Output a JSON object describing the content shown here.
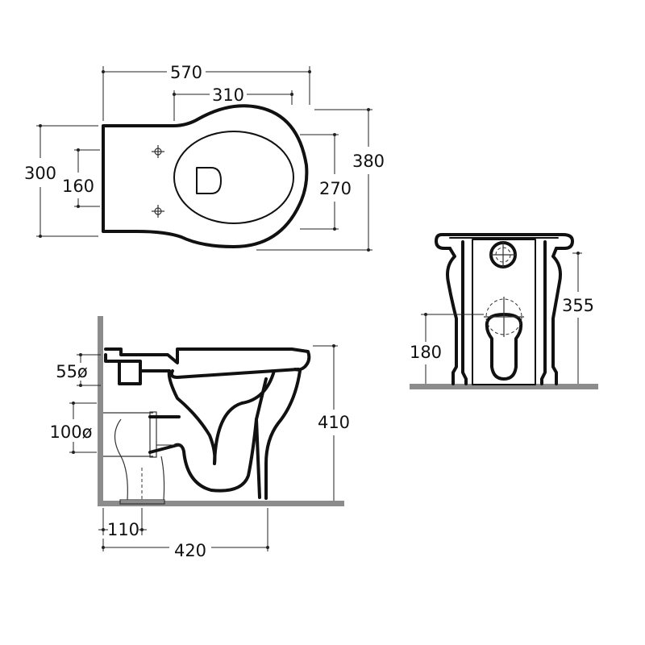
{
  "dimensions": {
    "top_width": "570",
    "top_bowl_width": "310",
    "top_depth_rear": "300",
    "top_fixing_spacing": "160",
    "top_bowl_inner": "270",
    "top_overall": "380",
    "side_outlet_height": "55ø",
    "side_inlet_diameter": "100ø",
    "side_height": "410",
    "side_outlet_offset": "110",
    "side_length": "420",
    "front_outlet_height": "180",
    "front_rim_height": "355"
  }
}
